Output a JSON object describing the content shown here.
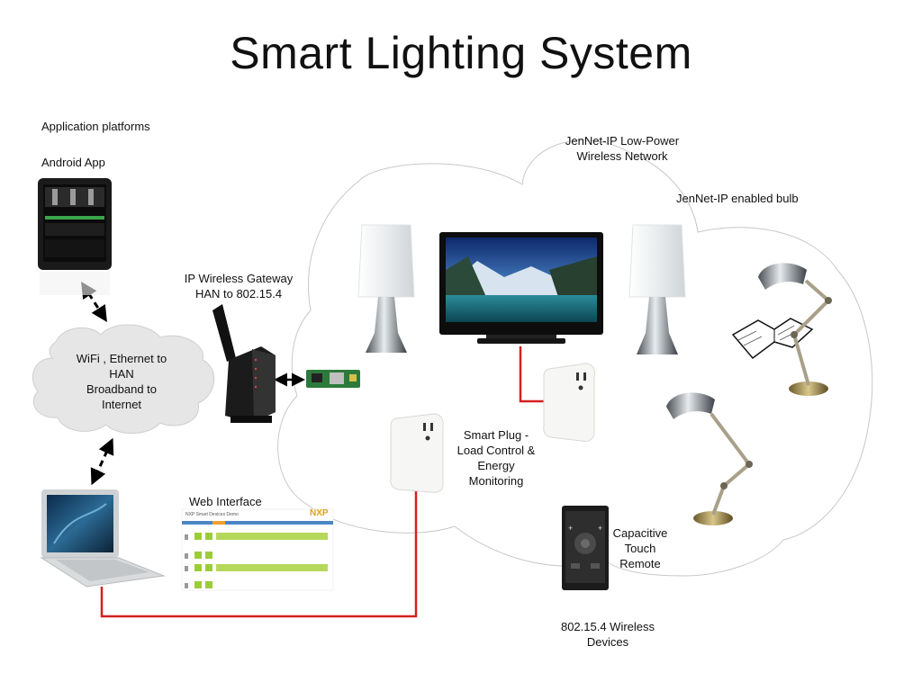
{
  "title": "Smart Lighting System",
  "labels": {
    "application_platforms": "Application platforms",
    "android_app": "Android App",
    "ip_gateway_line1": "IP Wireless Gateway",
    "ip_gateway_line2": "HAN to 802.15.4",
    "cloud_line1": "WiFi , Ethernet to",
    "cloud_line2": "HAN",
    "cloud_line3": "Broadband to",
    "cloud_line4": "Internet",
    "jennet_network_line1": "JenNet-IP Low-Power",
    "jennet_network_line2": "Wireless Network",
    "jennet_bulb": "JenNet-IP enabled bulb",
    "smart_plug_line1": "Smart Plug -",
    "smart_plug_line2": "Load Control &",
    "smart_plug_line3": "Energy",
    "smart_plug_line4": "Monitoring",
    "web_interface": "Web Interface",
    "remote_line1": "Capacitive",
    "remote_line2": "Touch",
    "remote_line3": "Remote",
    "wireless_devices_line1": "802.15.4 Wireless",
    "wireless_devices_line2": "Devices"
  },
  "web_ui": {
    "logo": "NXP",
    "header": "NXP Smart Devices Demo"
  },
  "colors": {
    "wired_link": "#d42020",
    "cloud_fill": "#e6e6e6",
    "lamp_shade": "#f0f2f2",
    "ui_accent": "#9ccc38"
  }
}
